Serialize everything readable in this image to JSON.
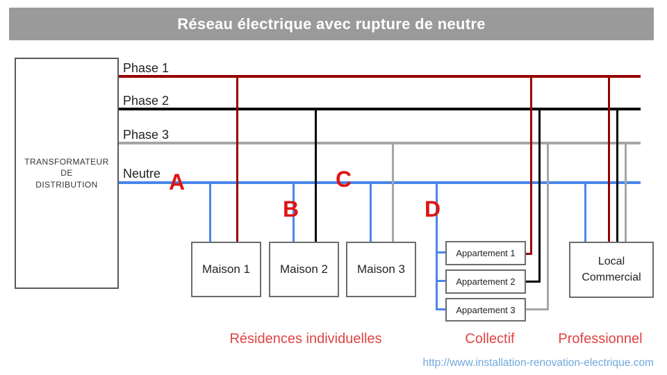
{
  "title": "Réseau électrique avec rupture de neutre",
  "transformer": {
    "line1": "TRANSFORMATEUR",
    "line2": "DE",
    "line3": "DISTRIBUTION"
  },
  "wires": {
    "phase1_label": "Phase 1",
    "phase2_label": "Phase 2",
    "phase3_label": "Phase 3",
    "neutral_label": "Neutre"
  },
  "markers": {
    "a": "A",
    "b": "B",
    "c": "C",
    "d": "D"
  },
  "buildings": {
    "maison1": "Maison 1",
    "maison2": "Maison 2",
    "maison3": "Maison 3",
    "apartment1": "Appartement 1",
    "apartment2": "Appartement 2",
    "apartment3": "Appartement 3",
    "local_line1": "Local",
    "local_line2": "Commercial"
  },
  "categories": {
    "individual": "Résidences individuelles",
    "collective": "Collectif",
    "professional": "Professionnel"
  },
  "url": "http://www.installation-renovation-electrique.com",
  "colors": {
    "title_bar_bg": "#9a9a9a",
    "title_text": "#ffffff",
    "phase1_wire": "#980000",
    "phase2_wire": "#000000",
    "phase3_wire": "#a6a6a6",
    "neutral_wire": "#4a86e8",
    "marker_red": "#de1414",
    "category_red": "#e04343",
    "url_blue": "#6fa8dc",
    "box_border": "#6b6b6b"
  }
}
